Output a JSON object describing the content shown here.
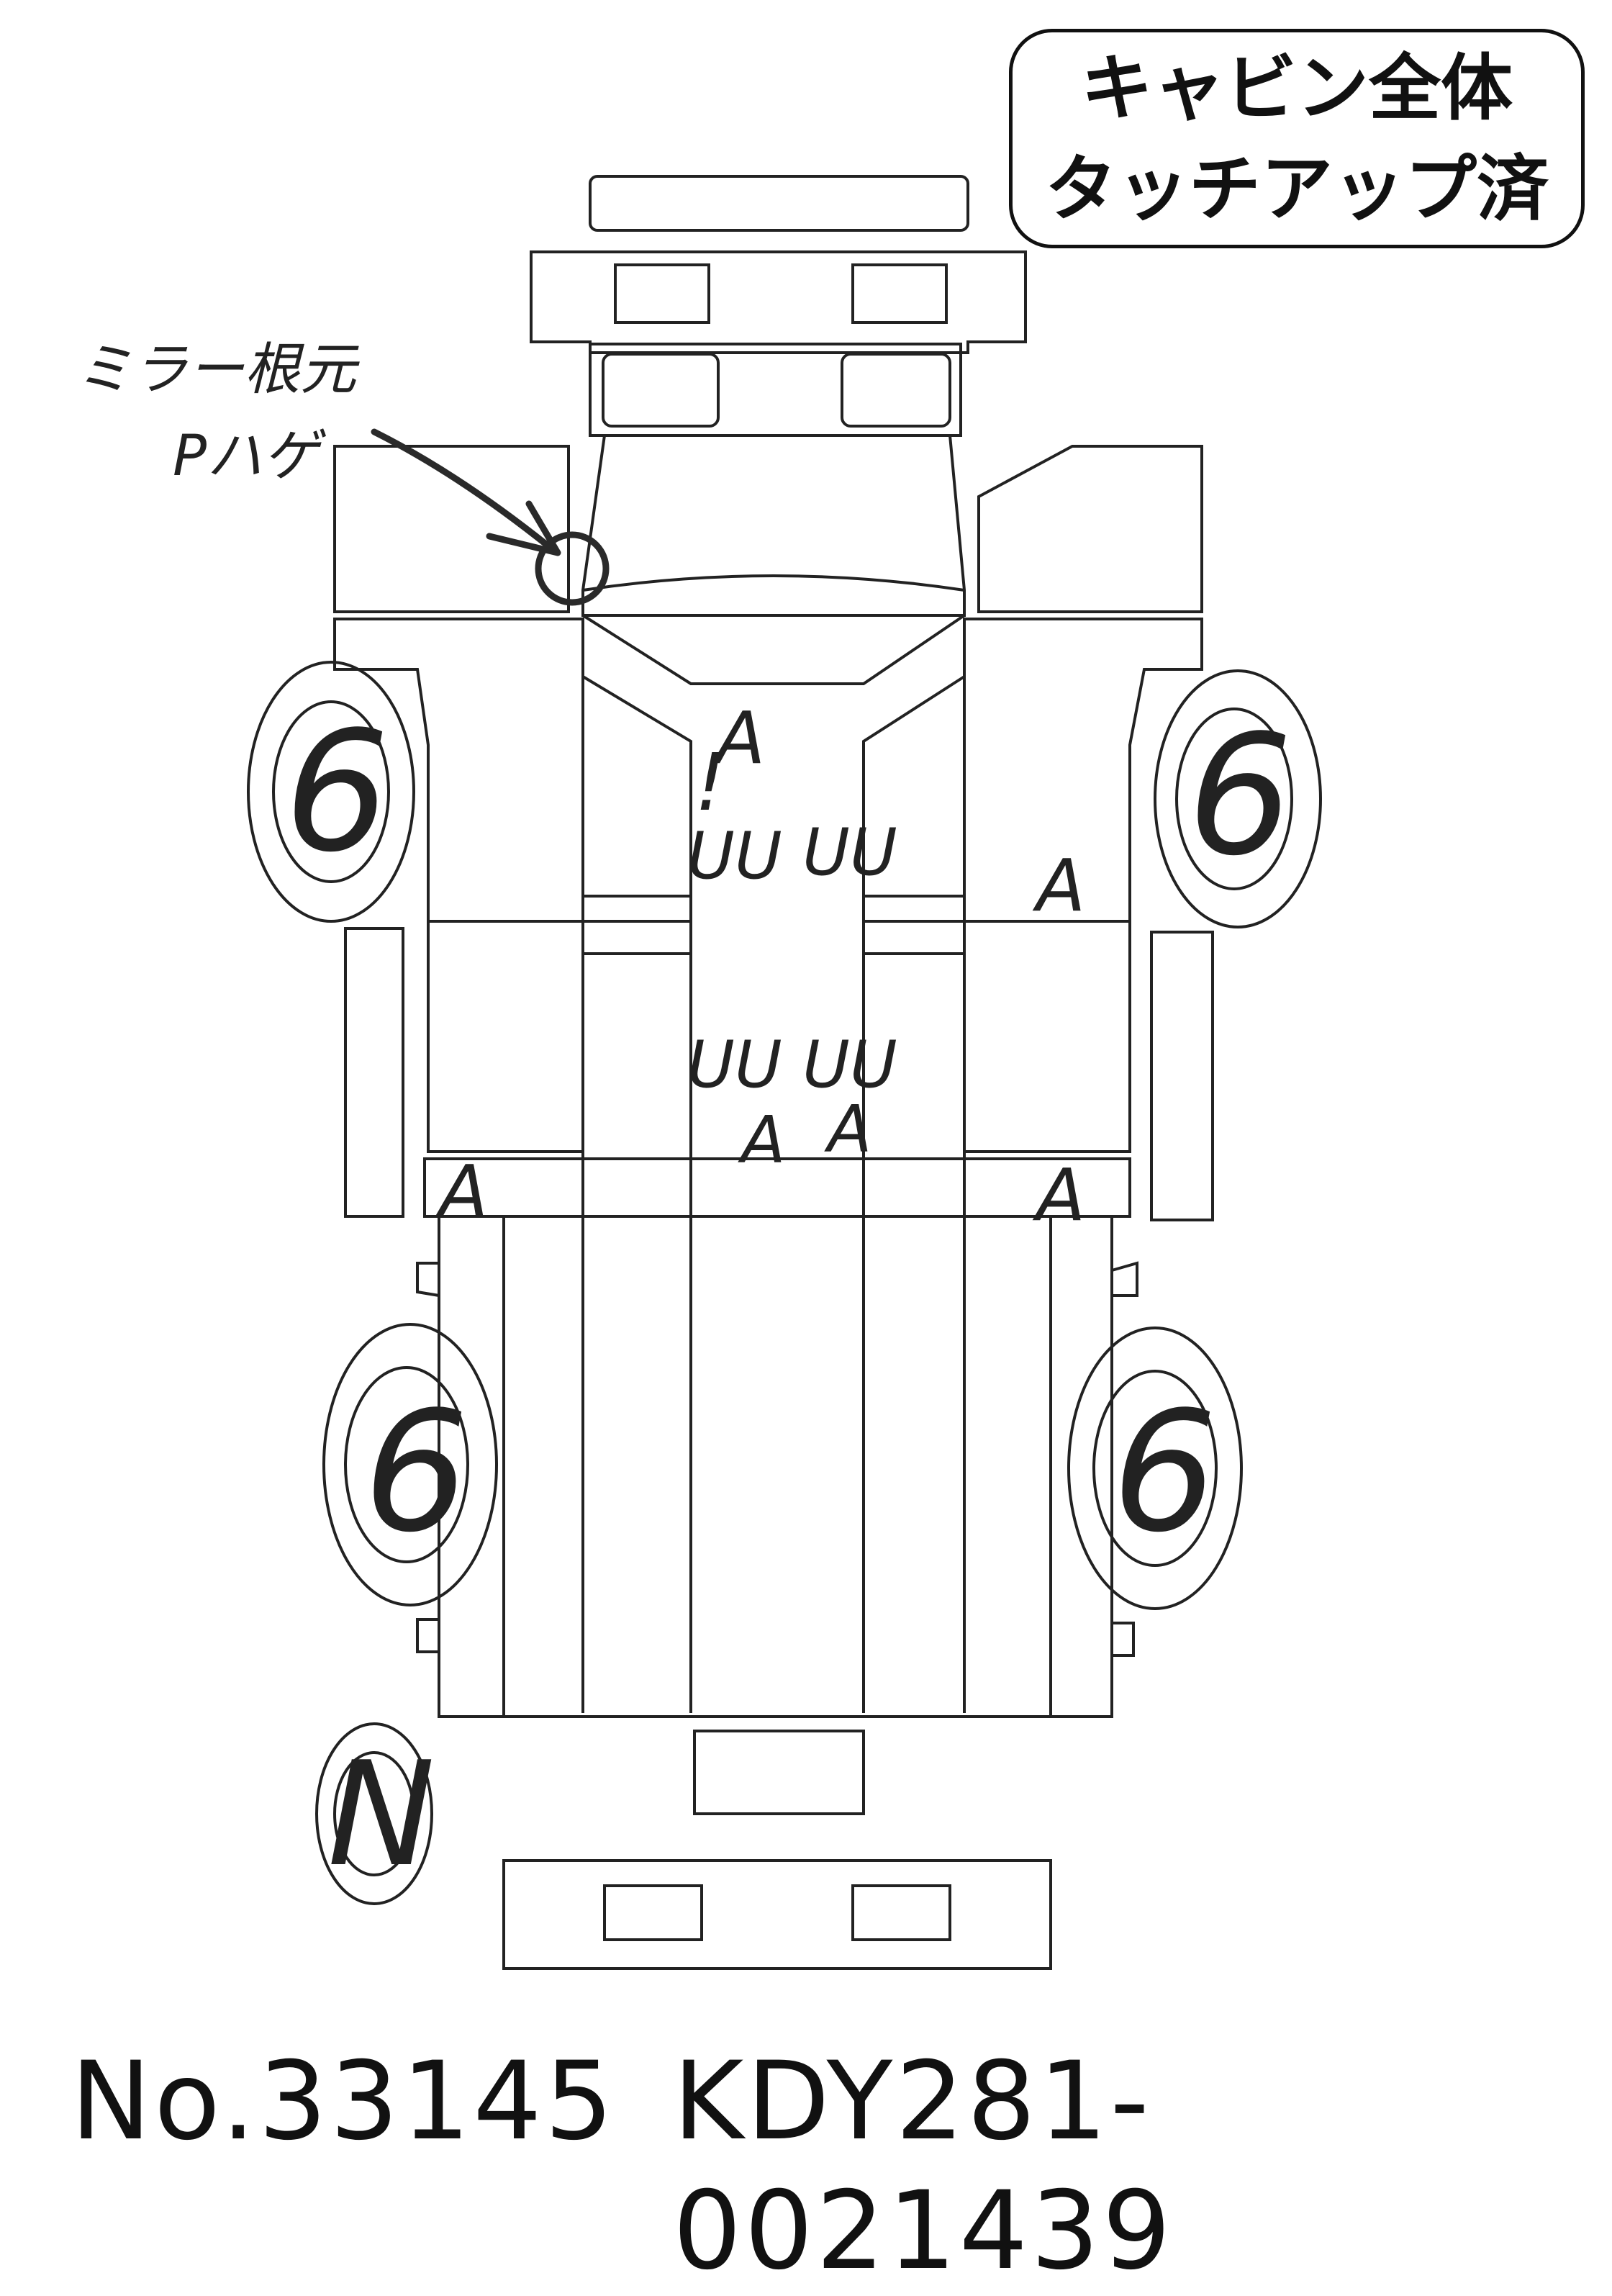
{
  "note_box": {
    "line1": "キャビン全体",
    "line2": "タッチアップ済"
  },
  "annotation": {
    "line1": "ミラー根元",
    "line2": "Pハゲ"
  },
  "tires": {
    "front_left": "6",
    "front_right": "6",
    "rear_left": "6",
    "rear_right": "6",
    "spare": "N"
  },
  "damage_marks": {
    "frame_front": "A",
    "frame_front_prefix": "!",
    "frame_front_bolts_left": "UU",
    "frame_front_bolts_right": "UU",
    "right_body_mid": "A",
    "frame_mid_bolts_left": "UU",
    "frame_mid_bolts_right": "UU",
    "frame_mid_left": "A",
    "frame_mid_right": "A",
    "left_rear_crossbar": "A",
    "right_rear_crossbar": "A"
  },
  "footer": {
    "ref_no": "No.33145",
    "vin": "KDY281-0021439"
  }
}
